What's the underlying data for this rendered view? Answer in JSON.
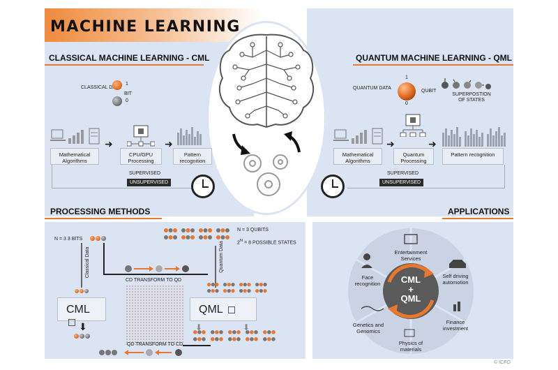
{
  "header": {
    "title": "MACHINE  LEARNING"
  },
  "cml": {
    "section_title": "CLASSICAL MACHINE LEARNING - CML",
    "classical_data": "CLASSICAL DATA",
    "one": "1",
    "zero": "0",
    "bit": "BIT",
    "steps": [
      "Mathematical Algorithms",
      "CPU/GPU Processing",
      "Pattern recognition"
    ],
    "supervised": "SUPERVISED",
    "unsupervised": "UNSUPERVISED"
  },
  "qml": {
    "section_title": "QUANTUM MACHINE LEARNING - QML",
    "quantum_data": "QUANTUM DATA",
    "one": "1",
    "zero": "0",
    "qubit": "QUBIT",
    "superposition": "SUPERPOSTION OF STATES",
    "steps": [
      "Mathematical Algorithms",
      "Quantum Processing",
      "Pattern recognition"
    ],
    "supervised": "SUPERVISED",
    "unsupervised": "UNSUPERVISED"
  },
  "processing": {
    "section_title": "PROCESSING METHODS",
    "n_bits": "N = 3   3 BITS",
    "n_qubits": "N = 3 QUBITS",
    "states_base": "2",
    "states_exp": "N",
    "states_text": " = 8 POSSIBLE STATES",
    "classical_data": "Classical Data",
    "quantum_data": "Quantum Data",
    "cd_to_qd": "CD TRANSFORM TO QD",
    "qd_to_cd": "QD TRANSFORM TO CD",
    "cml_label": "CML",
    "qml_label": "QML"
  },
  "applications": {
    "section_title": "APPLICATIONS",
    "center_top": "CML",
    "center_plus": "+",
    "center_bottom": "QML",
    "items": [
      "Entertainment Services",
      "Self driving automotion",
      "Finance investment",
      "Physics of materials",
      "Genetics and Genomics",
      "Face recognition"
    ]
  },
  "credit": "© ICFO",
  "colors": {
    "accent": "#e9782f",
    "panel": "#dbe4f3",
    "dark": "#2b2b2b"
  }
}
